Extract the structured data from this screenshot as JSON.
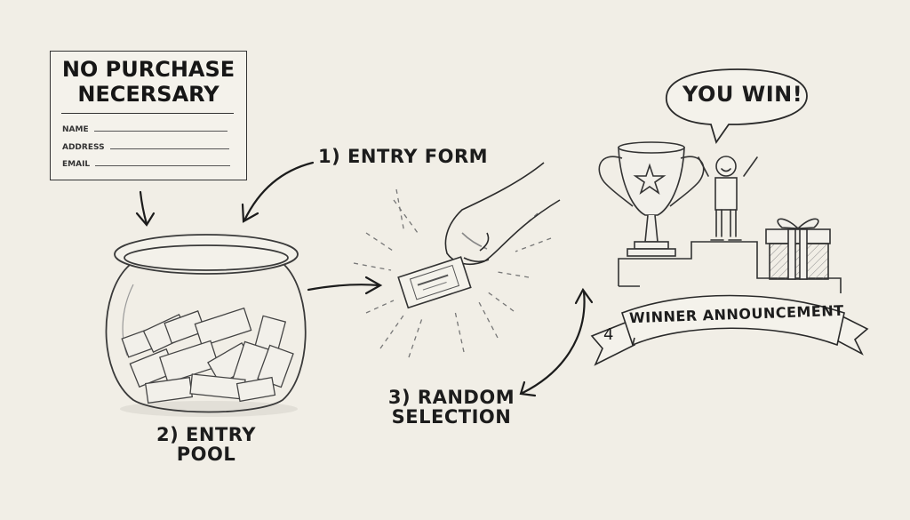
{
  "diagram": {
    "type": "process-flow",
    "style": "hand-drawn pencil sketch",
    "background_color": "#f1eee6",
    "ink_color": "#1c1c1c"
  },
  "entry_form": {
    "title_line1": "NO PURCHASE",
    "title_line2": "NECERSARY",
    "fields": [
      {
        "label": "NAME"
      },
      {
        "label": "ADDRESS"
      },
      {
        "label": "EMAIL"
      }
    ]
  },
  "steps": [
    {
      "id": "step1",
      "label": "1) ENTRY FORM"
    },
    {
      "id": "step2",
      "label_line1": "2) ENTRY",
      "label_line2": "POOL"
    },
    {
      "id": "step3",
      "label_line1": "3) RANDOM",
      "label_line2": "SELECTION"
    },
    {
      "id": "step4",
      "number": "4",
      "label": "WINNER ANNOUNCEMENT"
    }
  ],
  "speech_bubble": {
    "text": "YOU WIN!"
  },
  "illustrations": [
    {
      "name": "ticket-jar",
      "description": "glass jar full of tickets"
    },
    {
      "name": "hand-holding-ticket",
      "description": "hand drawing a ticket with burst lines"
    },
    {
      "name": "trophy",
      "description": "trophy cup with star"
    },
    {
      "name": "winner-figure",
      "description": "stick figure cheering on podium"
    },
    {
      "name": "gift-box",
      "description": "wrapped present with bow"
    }
  ],
  "connections": [
    {
      "from": "entry_form",
      "to": "step2"
    },
    {
      "from": "step1",
      "to": "step2"
    },
    {
      "from": "step2",
      "to": "step3"
    },
    {
      "from": "step3",
      "to": "step4",
      "bidirectional": true
    }
  ]
}
